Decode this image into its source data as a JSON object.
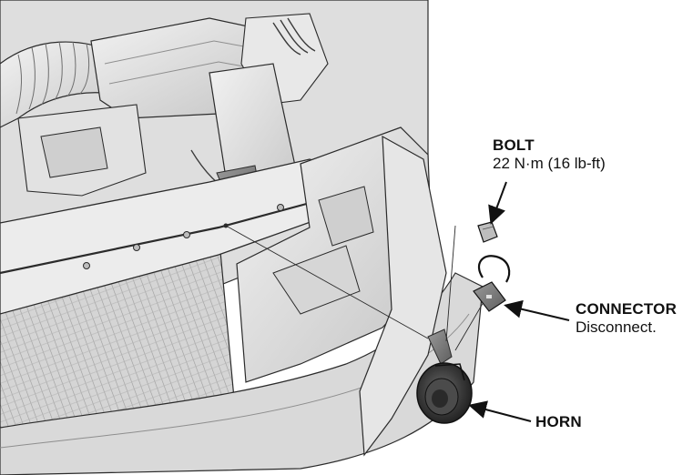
{
  "labels": {
    "bolt": {
      "title": "BOLT",
      "spec": "22 N·m (16 lb-ft)"
    },
    "connector": {
      "title": "CONNECTOR",
      "action": "Disconnect."
    },
    "horn": {
      "title": "HORN"
    }
  },
  "colors": {
    "background": "#ffffff",
    "outline": "#2b2b2b",
    "part_light": "#e6e6e6",
    "part_mid": "#c9c9c9",
    "part_dark": "#8e8e8e",
    "horn_body": "#3a3a3a",
    "arrow": "#111111"
  }
}
